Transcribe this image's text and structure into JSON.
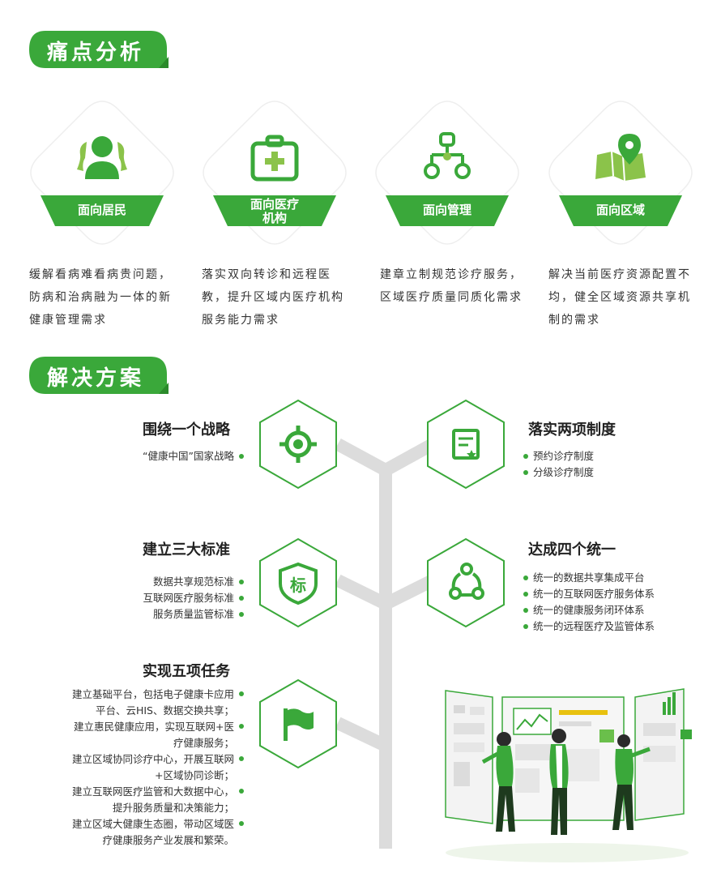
{
  "sections": {
    "pain_title": "痛点分析",
    "solution_title": "解决方案"
  },
  "pain_points": [
    {
      "icon": "users-icon",
      "label": "面向居民",
      "desc": "缓解看病难看病贵问题，防病和治病融为一体的新健康管理需求"
    },
    {
      "icon": "medical-kit-icon",
      "label_line1": "面向医疗",
      "label_line2": "机构",
      "desc": "落实双向转诊和远程医教，提升区域内医疗机构服务能力需求"
    },
    {
      "icon": "org-chart-icon",
      "label": "面向管理",
      "desc": "建章立制规范诊疗服务，区域医疗质量同质化需求"
    },
    {
      "icon": "map-pin-icon",
      "label": "面向区域",
      "desc": "解决当前医疗资源配置不均，健全区域资源共享机制的需求"
    }
  ],
  "solutions": {
    "strategy": {
      "title": "围绕一个战略",
      "icon": "target-icon",
      "items": [
        "“健康中国”国家战略"
      ]
    },
    "systems": {
      "title": "落实两项制度",
      "icon": "document-icon",
      "items": [
        "预约诊疗制度",
        "分级诊疗制度"
      ]
    },
    "standards": {
      "title": "建立三大标准",
      "icon": "shield-badge-icon",
      "badge_text": "标",
      "items": [
        "数据共享规范标准",
        "互联网医疗服务标准",
        "服务质量监管标准"
      ]
    },
    "unify": {
      "title": "达成四个统一",
      "icon": "share-cycle-icon",
      "items": [
        "统一的数据共享集成平台",
        "统一的互联网医疗服务体系",
        "统一的健康服务闭环体系",
        "统一的远程医疗及监管体系"
      ]
    },
    "tasks": {
      "title": "实现五项任务",
      "icon": "flag-icon",
      "items": [
        [
          "建立基础平台，包括电子健康卡应用",
          "平台、云HIS、数据交换共享；"
        ],
        [
          "建立惠民健康应用，实现互联网+医",
          "疗健康服务；"
        ],
        [
          "建立区域协同诊疗中心，开展互联网",
          "+区域协同诊断；"
        ],
        [
          "建立互联网医疗监管和大数据中心，",
          "提升服务质量和决策能力；"
        ],
        [
          "建立区域大健康生态圈，带动区域医",
          "疗健康服务产业发展和繁荣。"
        ]
      ]
    }
  },
  "colors": {
    "accent": "#3aa83a",
    "accent_dark": "#2b8a2b",
    "tree": "#dcdcdc",
    "light_green": "#8bc34a"
  }
}
